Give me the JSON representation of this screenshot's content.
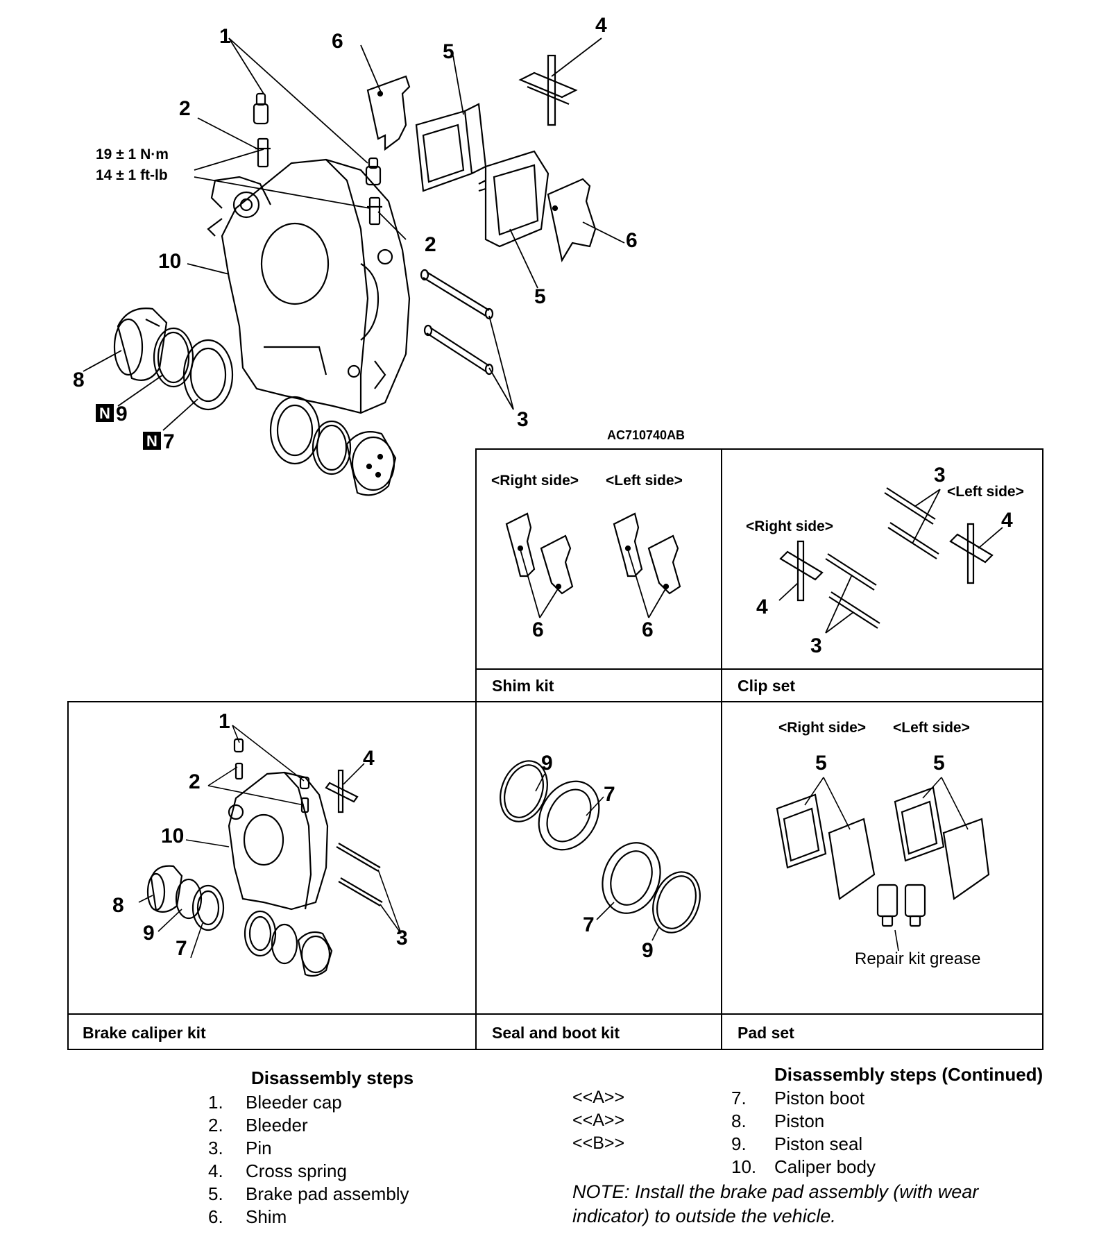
{
  "diagram": {
    "main_callouts": {
      "c1": "1",
      "c2a": "2",
      "c2b": "2",
      "c3": "3",
      "c4": "4",
      "c5a": "5",
      "c5b": "5",
      "c6a": "6",
      "c6b": "6",
      "c7": "7",
      "c8": "8",
      "c9": "9",
      "c10": "10",
      "n_badge": "N"
    },
    "torque_line1": "19 ± 1 N·m",
    "torque_line2": "14 ± 1 ft-lb",
    "figure_code": "AC710740AB"
  },
  "kits": {
    "shim_kit": {
      "title": "Shim kit",
      "right": "<Right side>",
      "left": "<Left side>",
      "c6a": "6",
      "c6b": "6"
    },
    "clip_set": {
      "title": "Clip set",
      "right": "<Right side>",
      "left": "<Left side>",
      "c3a": "3",
      "c3b": "3",
      "c4a": "4",
      "c4b": "4"
    },
    "brake_caliper_kit": {
      "title": "Brake caliper kit",
      "c1": "1",
      "c2": "2",
      "c3": "3",
      "c4": "4",
      "c7": "7",
      "c8": "8",
      "c9": "9",
      "c10": "10"
    },
    "seal_boot_kit": {
      "title": "Seal and boot kit",
      "c9a": "9",
      "c9b": "9",
      "c7a": "7",
      "c7b": "7"
    },
    "pad_set": {
      "title": "Pad set",
      "right": "<Right side>",
      "left": "<Left side>",
      "c5a": "5",
      "c5b": "5",
      "grease": "Repair kit grease"
    }
  },
  "steps": {
    "heading": "Disassembly steps",
    "heading_cont": "Disassembly steps (Continued)",
    "list1": [
      {
        "n": "1.",
        "t": "Bleeder cap"
      },
      {
        "n": "2.",
        "t": "Bleeder"
      },
      {
        "n": "3.",
        "t": "Pin"
      },
      {
        "n": "4.",
        "t": "Cross spring"
      },
      {
        "n": "5.",
        "t": "Brake pad assembly"
      },
      {
        "n": "6.",
        "t": "Shim"
      }
    ],
    "codes": [
      "<<A>>",
      "<<A>>",
      "<<B>>"
    ],
    "list2": [
      {
        "n": "7.",
        "t": "Piston boot"
      },
      {
        "n": "8.",
        "t": "Piston"
      },
      {
        "n": "9.",
        "t": "Piston seal"
      },
      {
        "n": "10.",
        "t": "Caliper body"
      }
    ],
    "note": "NOTE: Install the brake pad assembly (with wear indicator) to outside the vehicle."
  }
}
